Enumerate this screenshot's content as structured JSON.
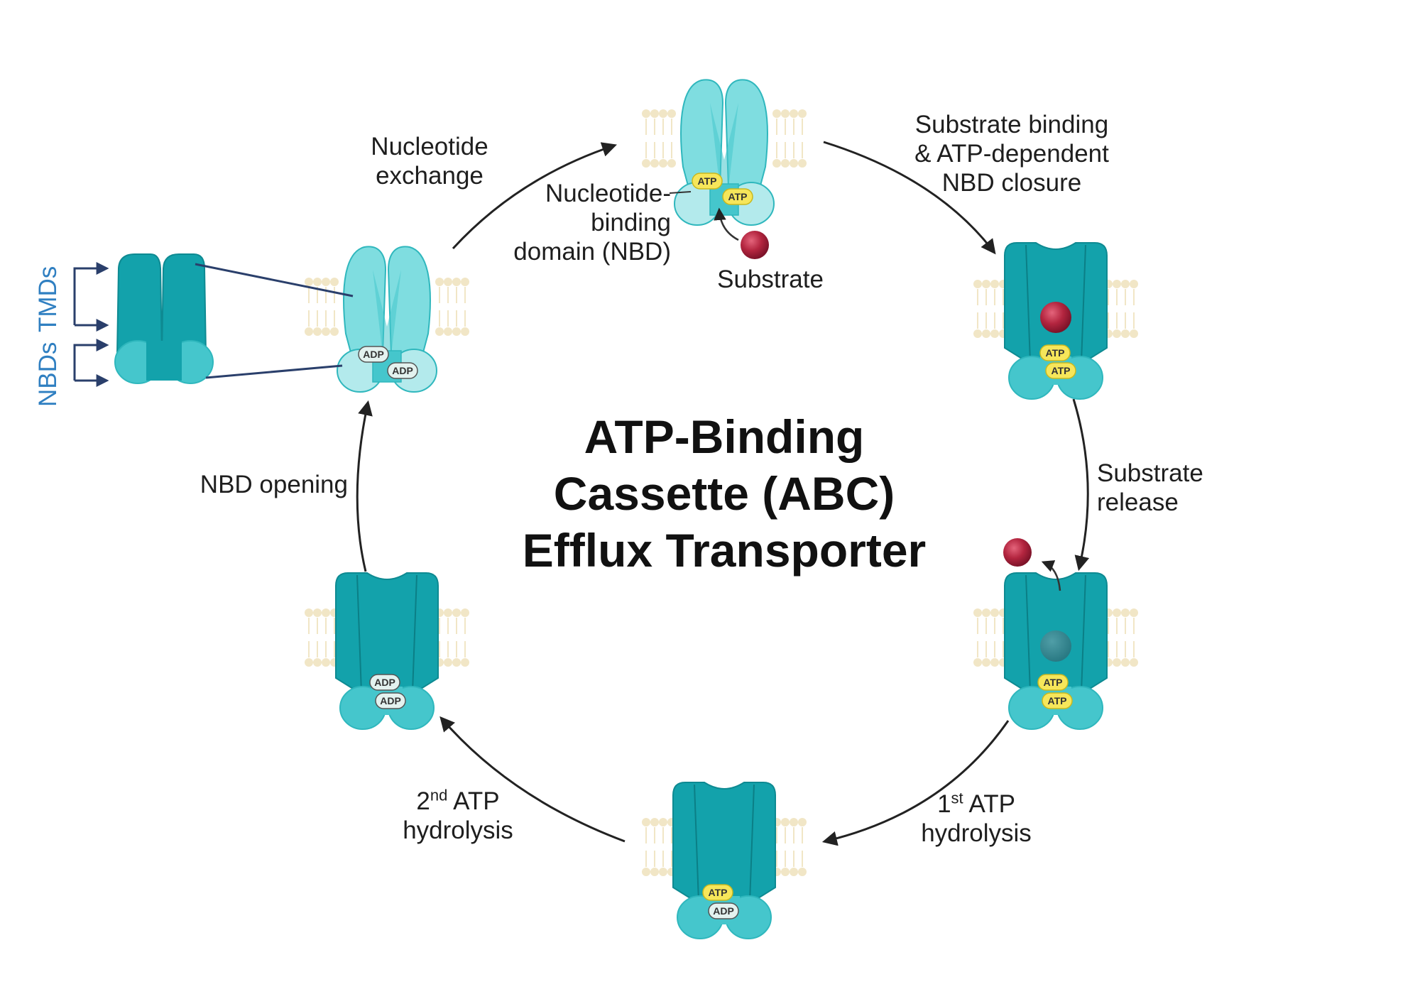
{
  "title": [
    "ATP-Binding",
    "Cassette (ABC)",
    "Efflux Transporter"
  ],
  "domain_labels": {
    "tmds": "TMDs",
    "nbds": "NBDs"
  },
  "nbd_callout": [
    "Nucleotide-",
    "binding",
    "domain (NBD)"
  ],
  "substrate_label": "Substrate",
  "steps": {
    "nucleotide_exchange": [
      "Nucleotide",
      "exchange"
    ],
    "substrate_binding": [
      "Substrate binding",
      "& ATP-dependent",
      "NBD closure"
    ],
    "substrate_release": [
      "Substrate",
      "release"
    ],
    "first_hydrolysis": {
      "num": "1",
      "sup": "st",
      "rest": " ATP",
      "line2": "hydrolysis"
    },
    "second_hydrolysis": {
      "num": "2",
      "sup": "nd",
      "rest": " ATP",
      "line2": "hydrolysis"
    },
    "nbd_opening": "NBD opening"
  },
  "nucleotides": {
    "atp": "ATP",
    "adp": "ADP"
  },
  "colors": {
    "dark_teal": "#13a2ab",
    "teal_mid": "#45c6cc",
    "light_teal": "#7fdde0",
    "pale_teal": "#b3eaec",
    "atp_yellow": "#f6e65a",
    "adp_pale": "#e3f2ef",
    "substrate": "#b3253f",
    "membrane": "#f1e6c6",
    "arrow": "#222222",
    "bracket": "#2a3f6b",
    "side_label": "#2f7fc1"
  }
}
